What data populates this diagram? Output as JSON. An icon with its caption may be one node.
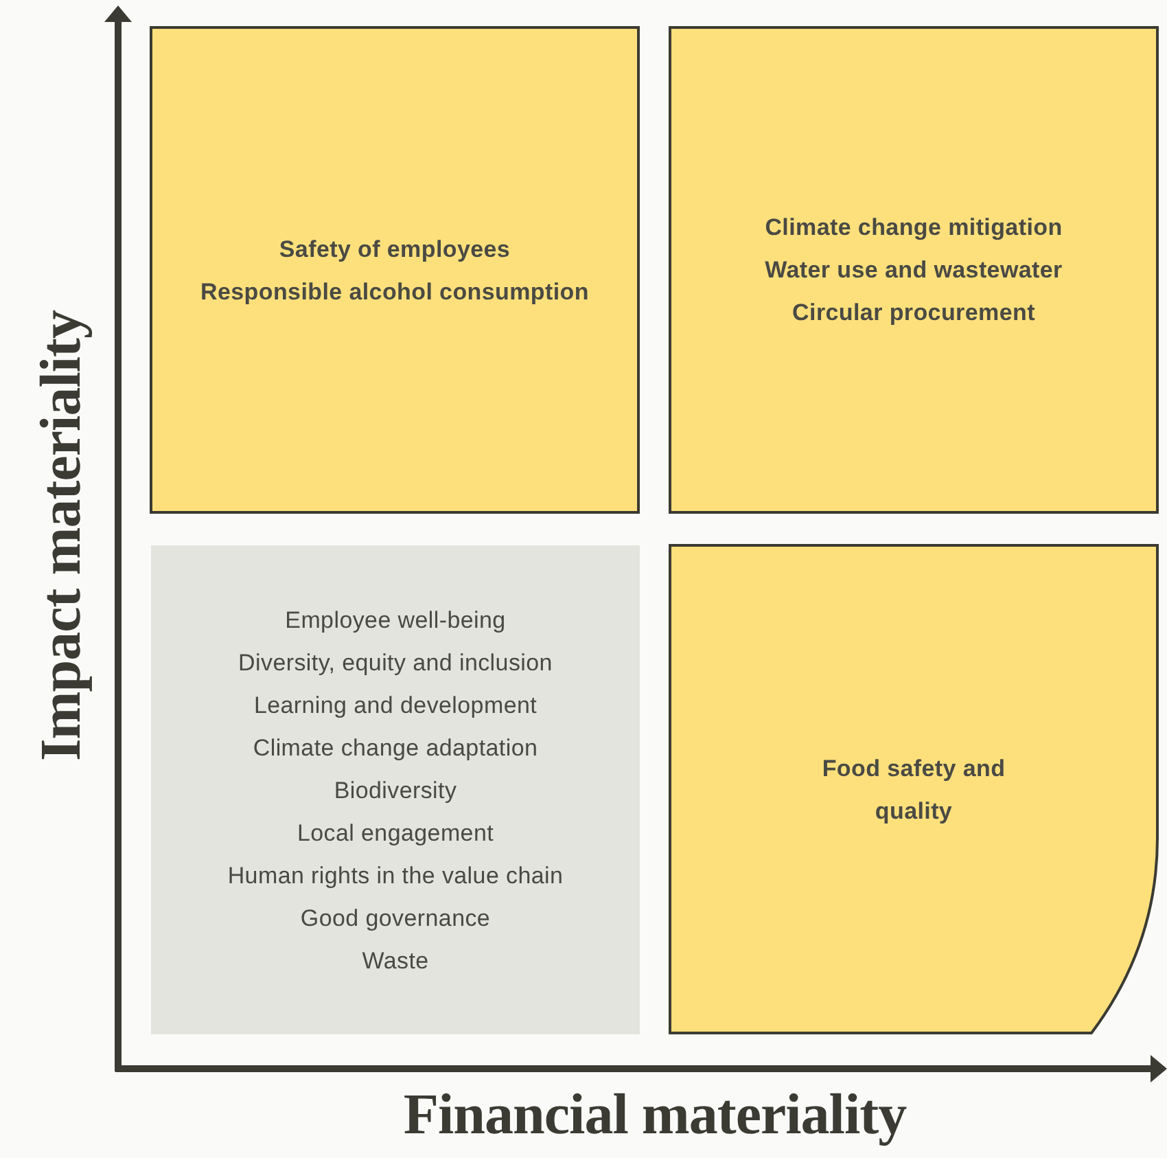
{
  "diagram": {
    "nodes": [
      {
        "text": [
          "Safety of employees",
          "Responsible alcohol consumption"
        ]
      },
      {
        "text": [
          "Climate change mitigation",
          "Water use and wastewater",
          "Circular procurement"
        ]
      },
      {
        "text": [
          "Employee well-being",
          "Diversity, equity and inclusion",
          "Learning and development",
          "Climate change adaptation",
          "Biodiversity",
          "Local engagement",
          "Human rights in the value chain",
          "Good governance",
          "Waste"
        ]
      },
      {
        "text": [
          "Food safety and quality"
        ]
      }
    ],
    "edges": [],
    "labels": [
      "Impact materiality",
      "Financial materiality"
    ]
  }
}
